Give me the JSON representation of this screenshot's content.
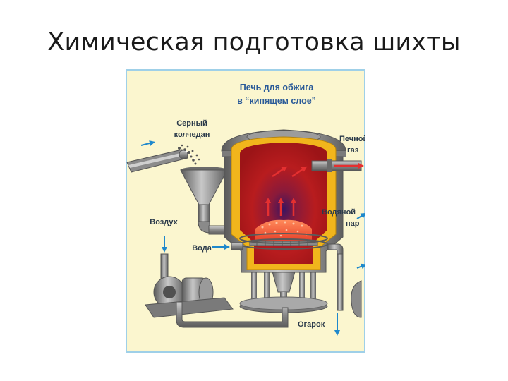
{
  "slide": {
    "title": "Химическая подготовка шихты"
  },
  "diagram": {
    "furnace_title_line1": "Печь для обжига",
    "furnace_title_line2": "в “кипящем слое”",
    "pyrite_line1": "Серный",
    "pyrite_line2": "колчедан",
    "air": "Воздух",
    "water": "Вода",
    "furnace_gas_line1": "Печной",
    "furnace_gas_line2": "газ",
    "steam_line1": "Водяной",
    "steam_line2": "пар",
    "cinder": "Огарок"
  },
  "colors": {
    "background_panel": "#fbf6cf",
    "panel_border": "#9fd0e8",
    "shell": "#6e6e6e",
    "insulation": "#f1b51c",
    "chamber": "#a8161a",
    "bed": "#ff6a3d",
    "arrow_blue": "#1e88cc",
    "arrow_red": "#e53030"
  }
}
